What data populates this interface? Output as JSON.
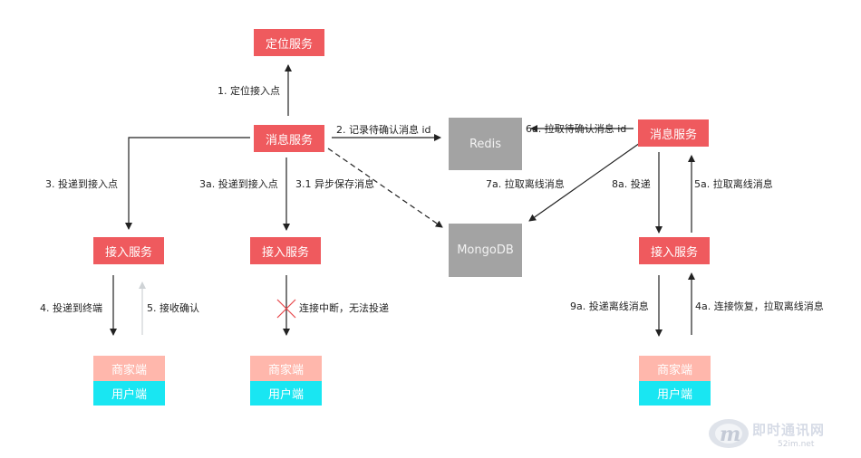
{
  "nodes": {
    "locate_service": "定位服务",
    "msg_service_left": "消息服务",
    "msg_service_right": "消息服务",
    "redis": "Redis",
    "mongodb": "MongoDB",
    "access_a": "接入服务",
    "access_b": "接入服务",
    "access_c": "接入服务",
    "merchant_a": "商家端",
    "user_a": "用户端",
    "merchant_b": "商家端",
    "user_b": "用户端",
    "merchant_c": "商家端",
    "user_c": "用户端"
  },
  "edges": {
    "e1": "1. 定位接入点",
    "e2": "2. 记录待确认消息 id",
    "e3": "3. 投递到接入点",
    "e3a": "3a. 投递到接入点",
    "e31": "3.1 异步保存消息",
    "e4": "4. 投递到终端",
    "e5": "5. 接收确认",
    "broken": "连接中断，无法投递",
    "e6a": "6a. 拉取待确认消息 id",
    "e7a": "7a. 拉取离线消息",
    "e8a": "8a. 投递",
    "e5a": "5a. 拉取离线消息",
    "e9a": "9a. 投递离线消息",
    "e4a": "4a. 连接恢复，拉取离线消息"
  },
  "watermark": {
    "text": "即时通讯网",
    "url": "52im.net"
  },
  "colors": {
    "service_red": "#ef5a5e",
    "storage_gray": "#a3a3a3",
    "merchant_salmon": "#ffb7ac",
    "user_cyan": "#19e6f2",
    "fail_cross": "#e8474b"
  }
}
